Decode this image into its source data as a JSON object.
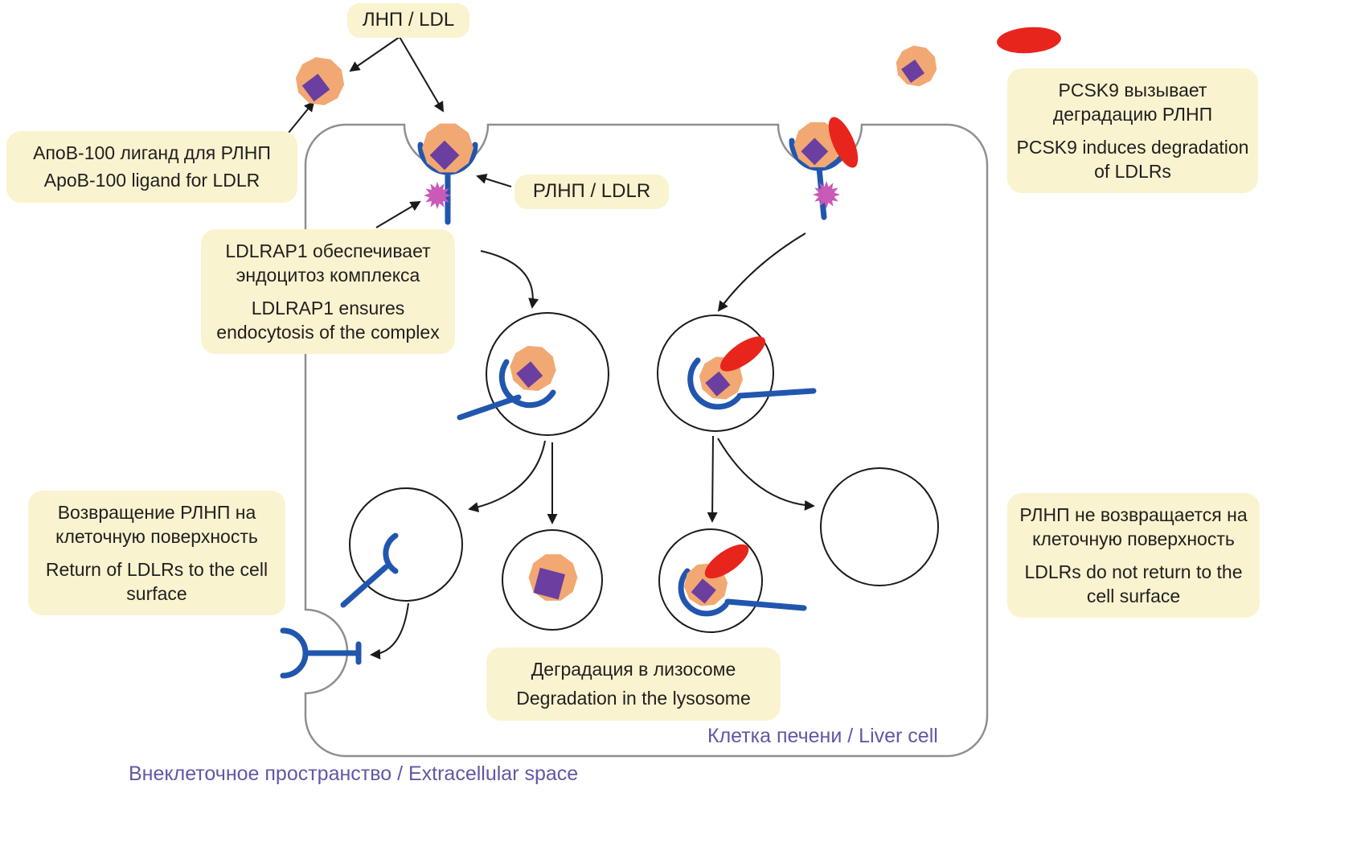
{
  "diagram": {
    "labels": {
      "ldl_pill": "ЛНП / LDL",
      "ldlr_pill": "РЛНП / LDLR",
      "apob": {
        "ru": "АпоВ-100 лиганд для РЛНП",
        "en": "ApoB-100 ligand for LDLR"
      },
      "ldlrap1": {
        "ru": "LDLRAP1 обеспечивает эндоцитоз комплекса",
        "en": "LDLRAP1 ensures endocytosis of the complex"
      },
      "pcsk9": {
        "ru": "PCSK9 вызывает деградацию РЛНП",
        "en": "PCSK9 induces degradation of LDLRs"
      },
      "return_ldlr": {
        "ru": "Возвращение РЛНП на клеточную поверхность",
        "en": "Return of LDLRs to the cell surface"
      },
      "no_return": {
        "ru": "РЛНП не возвращается на клеточную поверхность",
        "en": "LDLRs do not return to the cell surface"
      },
      "degradation": {
        "ru": "Деградация в лизосоме",
        "en": "Degradation in the lysosome"
      },
      "liver_cell": "Клетка печени / Liver cell",
      "extracellular": "Внеклеточное пространство / Extracellular space"
    },
    "colors": {
      "callout_bg": "#FAF3CF",
      "ldl_body": "#F2A873",
      "apob_diamond": "#6B3FA0",
      "receptor_blue": "#2156AE",
      "ldlrap1_star": "#C95AB8",
      "pcsk9_red": "#E8251D",
      "membrane_gray": "#8F8F8F",
      "purple_text": "#6456A5",
      "arrow_black": "#1a1a1a"
    }
  }
}
